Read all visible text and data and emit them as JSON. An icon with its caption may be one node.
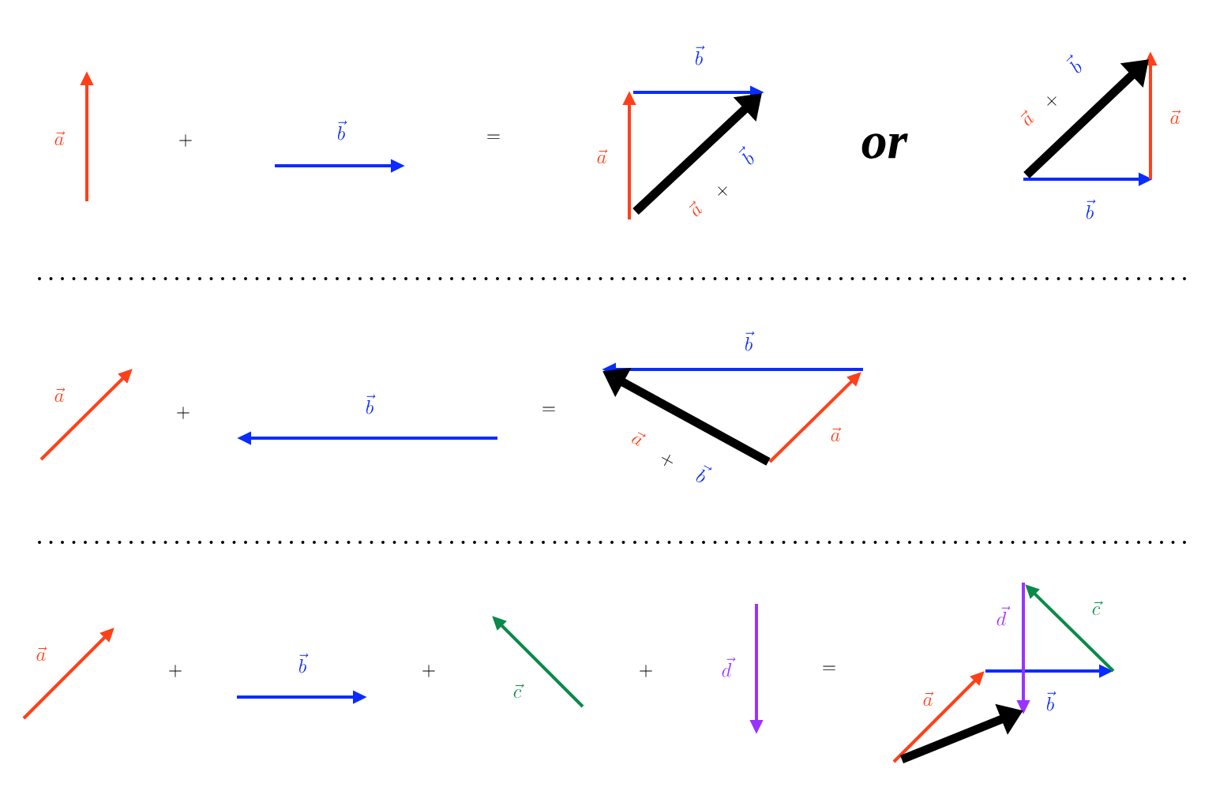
{
  "diagram": {
    "labels": [
      "\\vec{a}",
      "+",
      "\\vec{b}",
      "=",
      "\\vec{b}",
      "\\vec{a}",
      "\\vec{a}",
      "+",
      "\\vec{b}",
      "or",
      "\\vec{a}",
      "+",
      "\\vec{b}",
      "\\vec{a}",
      "\\vec{b}",
      "\\vec{a}",
      "+",
      "\\vec{b}",
      "=",
      "\\vec{b}",
      "\\vec{a}",
      "\\vec{a}",
      "+",
      "\\vec{b}",
      "\\vec{a}",
      "+",
      "\\vec{b}",
      "+",
      "\\vec{c}",
      "+",
      "\\vec{d}",
      "=",
      "\\vec{d}",
      "\\vec{c}",
      "\\vec{a}",
      "\\vec{b}"
    ]
  }
}
